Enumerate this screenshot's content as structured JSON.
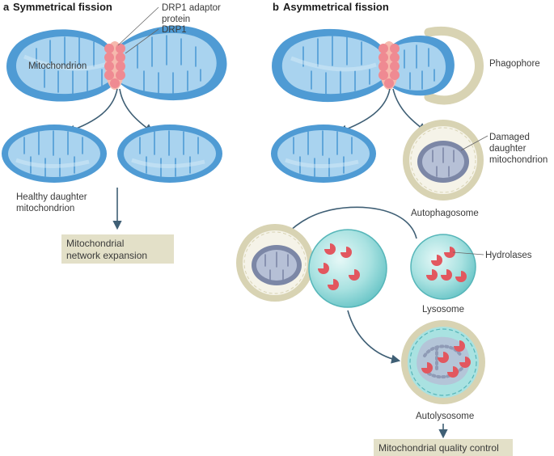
{
  "panel_a": {
    "letter": "a",
    "title": "Symmetrical fission",
    "label_adaptor_1": "DRP1 adaptor",
    "label_adaptor_2": "protein",
    "label_drp1": "DRP1",
    "label_mitochondrion": "Mitochondrion",
    "label_healthy_1": "Healthy daughter",
    "label_healthy_2": "mitochondrion",
    "box_1": "Mitochondrial",
    "box_2": "network expansion"
  },
  "panel_b": {
    "letter": "b",
    "title": "Asymmetrical fission",
    "label_phagophore": "Phagophore",
    "label_damaged_1": "Damaged",
    "label_damaged_2": "daughter",
    "label_damaged_3": "mitochondrion",
    "label_autophagosome": "Autophagosome",
    "label_hydrolases": "Hydrolases",
    "label_lysosome": "Lysosome",
    "label_autolysosome": "Autolysosome",
    "box": "Mitochondrial quality control"
  },
  "colors": {
    "mito_outer": "#4f9bd4",
    "mito_inner": "#a9d3ef",
    "cristae": "#d6ebf8",
    "drp1": "#ef8a92",
    "drp1_adaptor": "#f6b9ad",
    "phagophore": "#d8d3b3",
    "lysosome": "#7fd1d1",
    "hydrolase": "#e2575f",
    "damaged_mito": "#9aa6bf",
    "box_fill": "#e3e0c8",
    "arrow": "#3f5f75"
  }
}
